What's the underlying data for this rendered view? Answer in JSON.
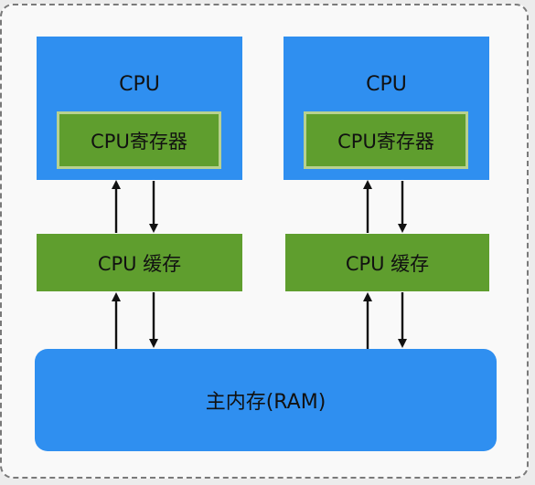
{
  "diagram": {
    "cpus": [
      {
        "label": "CPU",
        "register": "CPU寄存器",
        "cache": "CPU 缓存"
      },
      {
        "label": "CPU",
        "register": "CPU寄存器",
        "cache": "CPU 缓存"
      }
    ],
    "ram": {
      "label": "主内存(RAM)"
    },
    "colors": {
      "cpu_blue": "#2f8ff0",
      "cache_green": "#5f9e2e",
      "register_border": "#b8d18f",
      "arrow": "#111111"
    }
  }
}
